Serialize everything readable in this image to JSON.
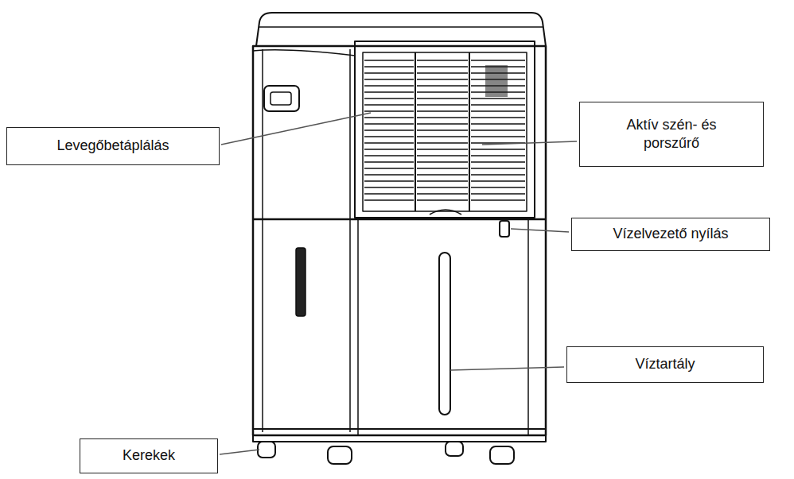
{
  "diagram": {
    "nodes": [
      {
        "text": [
          "Aktív szén- és porszűrő"
        ]
      },
      {
        "text": [
          "Levegőbetáplálás"
        ]
      },
      {
        "text": [
          "Vízelvezető nyílás"
        ]
      },
      {
        "text": [
          "Víztartály"
        ]
      },
      {
        "text": [
          "Kerekek"
        ]
      }
    ]
  }
}
